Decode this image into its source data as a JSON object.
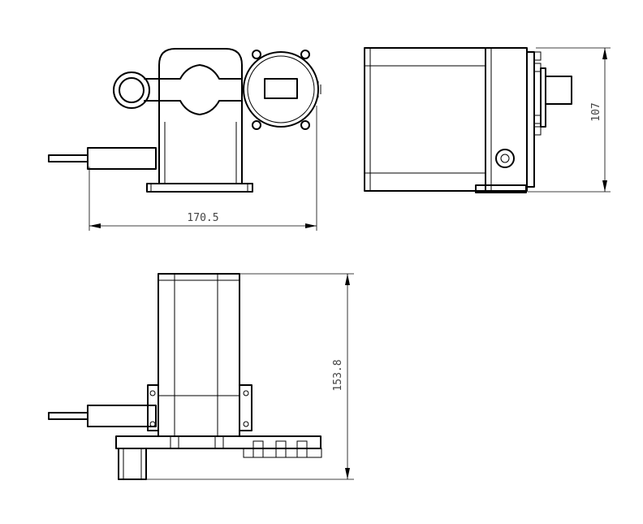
{
  "dimensions": {
    "width_front": "170.5",
    "height_side": "107",
    "length_top": "153.8"
  }
}
